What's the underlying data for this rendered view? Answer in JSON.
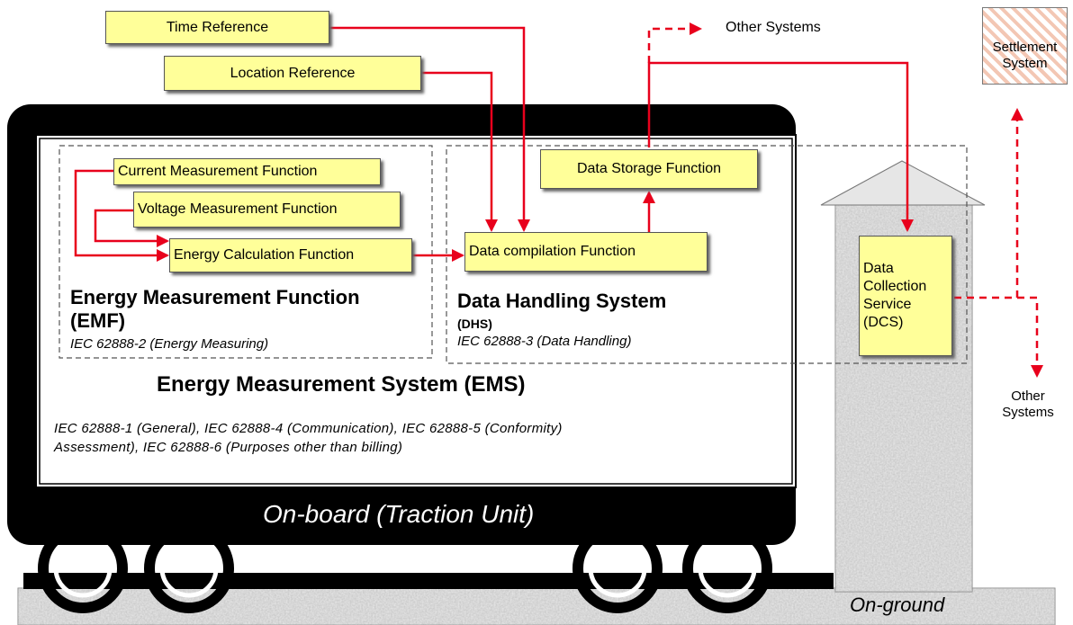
{
  "inputs": {
    "time_reference": "Time Reference",
    "location_reference": "Location Reference"
  },
  "other_systems_top": "Other Systems",
  "other_systems_right": [
    "Other",
    "Systems"
  ],
  "settlement_system": [
    "Settlement",
    "System"
  ],
  "emf": {
    "current": "Current Measurement Function",
    "voltage": "Voltage Measurement Function",
    "energy_calc": "Energy Calculation Function",
    "title": [
      "Energy Measurement Function",
      "(EMF)"
    ],
    "standard": "IEC 62888-2 (Energy Measuring)"
  },
  "dhs": {
    "storage": "Data Storage Function",
    "compilation": "Data compilation Function",
    "title": "Data Handling System",
    "abbr": "(DHS)",
    "standard": "IEC 62888-3 (Data Handling)"
  },
  "ems": {
    "title": "Energy Measurement System (EMS)",
    "standards": [
      "IEC 62888-1 (General), IEC 62888-4 (Communication), IEC 62888-5 (Conformity)",
      "Assessment), IEC 62888-6 (Purposes other than billing)"
    ]
  },
  "dcs": [
    "Data",
    "Collection",
    "Service",
    "(DCS)"
  ],
  "onboard_label": "On-board (Traction Unit)",
  "onground_label": "On-ground",
  "colors": {
    "arrow": "#e8001c",
    "box_fill": "#ffff99",
    "vehicle": "#000000"
  }
}
